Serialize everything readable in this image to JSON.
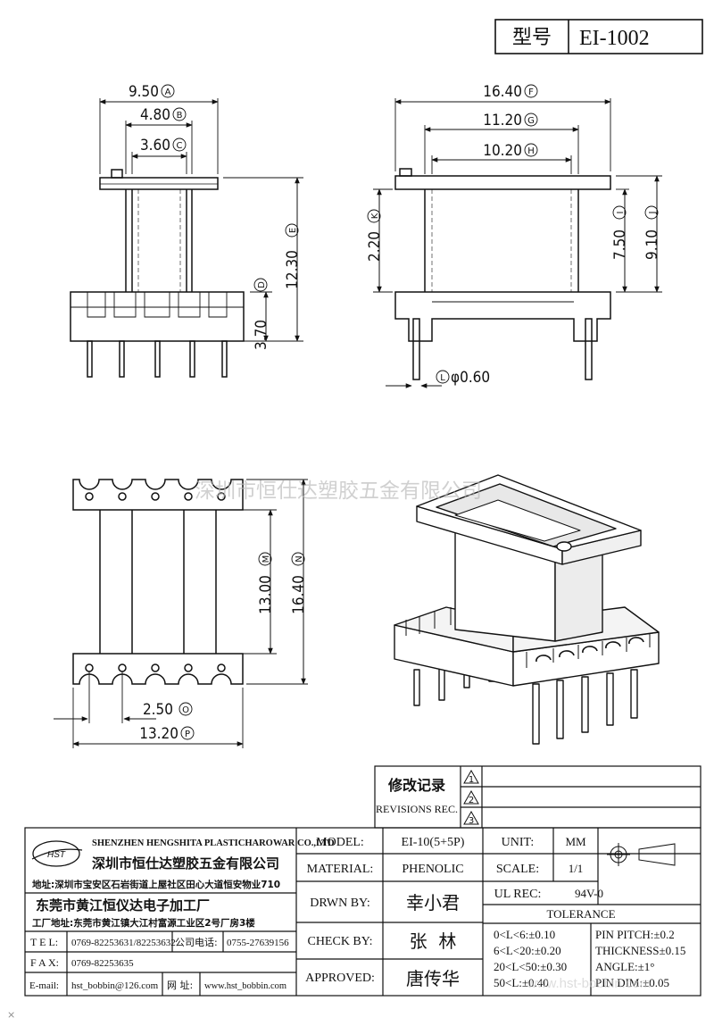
{
  "header": {
    "model_label": "型号",
    "model_value": "EI-1002"
  },
  "front_view": {
    "dims": [
      {
        "value": "9.50",
        "tag": "A"
      },
      {
        "value": "4.80",
        "tag": "B"
      },
      {
        "value": "3.60",
        "tag": "C"
      },
      {
        "value": "3.70",
        "tag": "D"
      },
      {
        "value": "12.30",
        "tag": "E"
      }
    ]
  },
  "side_view": {
    "dims": [
      {
        "value": "16.40",
        "tag": "F"
      },
      {
        "value": "11.20",
        "tag": "G"
      },
      {
        "value": "10.20",
        "tag": "H"
      },
      {
        "value": "7.50",
        "tag": "I"
      },
      {
        "value": "9.10",
        "tag": "J"
      },
      {
        "value": "2.20",
        "tag": "K"
      },
      {
        "value": "φ0.60",
        "tag": "L"
      }
    ]
  },
  "top_view": {
    "dims": [
      {
        "value": "13.00",
        "tag": "M"
      },
      {
        "value": "16.40",
        "tag": "N"
      },
      {
        "value": "2.50",
        "tag": "O"
      },
      {
        "value": "13.20",
        "tag": "P"
      }
    ]
  },
  "watermark": "深圳市恒仕达塑胶五金有限公司",
  "watermark_url": "www.hst-bobbin.com",
  "revisions": {
    "title": "修改记录",
    "subtitle": "REVISIONS REC.",
    "rows": [
      "1",
      "2",
      "3"
    ]
  },
  "company": {
    "logo_text": "HST",
    "name_en": "SHENZHEN HENGSHITA PLASTICHAROWAR CO.,LTD",
    "name_cn": "深圳市恒仕达塑胶五金有限公司",
    "address": "地址:深圳市宝安区石岩街道上屋社区田心大道恒安物业710",
    "factory": "东莞市黄江恒仪达电子加工厂",
    "factory_address": "工厂地址:东莞市黄江镇大江村富源工业区2号厂房3楼",
    "tel_label": "T E L:",
    "tel": "0769-82253631/82253632",
    "company_phone_label": "公司电话:",
    "company_phone": "0755-27639156",
    "fax_label": "F A X:",
    "fax": "0769-82253635",
    "email_label": "E-mail:",
    "email": "hst_bobbin@126.com",
    "web_label": "网  址:",
    "web": "www.hst_bobbin.com"
  },
  "title_block": {
    "model_label": "MODEL:",
    "model": "EI-10(5+5P)",
    "material_label": "MATERIAL:",
    "material": "PHENOLIC",
    "drawn_label": "DRWN BY:",
    "drawn": "幸小君",
    "check_label": "CHECK BY:",
    "check": "张  林",
    "approved_label": "APPROVED:",
    "approved": "唐传华",
    "unit_label": "UNIT:",
    "unit": "MM",
    "scale_label": "SCALE:",
    "scale": "1/1",
    "ul_label": "UL REC:",
    "ul": "94V-0",
    "tolerance_label": "TOLERANCE",
    "tol_left": [
      "0<L<6:±0.10",
      "6<L<20:±0.20",
      "20<L<50:±0.30",
      "50<L:±0.40"
    ],
    "tol_right": [
      "PIN PITCH:±0.2",
      "THICKNESS±0.15",
      "ANGLE:±1°",
      "PIN DIM:±0.05"
    ]
  }
}
